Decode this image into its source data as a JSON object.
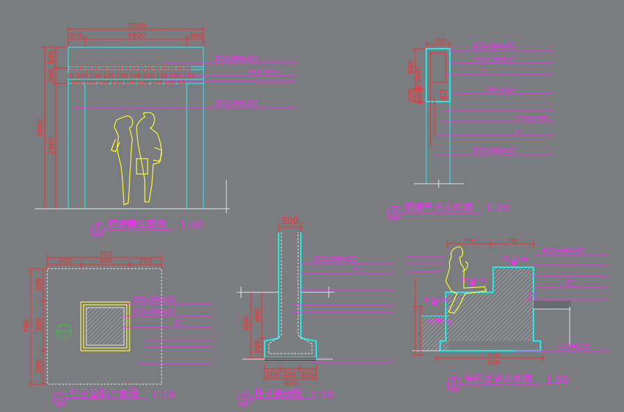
{
  "colors": {
    "background": "#7a7c80",
    "dimension": "#ff2a2a",
    "annotation": "#ff2cff",
    "outline": "#27e6e6",
    "figure": "#ffff33",
    "leader_label": "#ff2cff"
  },
  "d1": {
    "title": "廊架侧立面图",
    "scale": "1:30",
    "badge_num": "1",
    "badge_sheet": "A9",
    "dim_top": "2500",
    "dim_300a": "300",
    "dim_1900": "1900",
    "dim_300b": "300",
    "dim_500": "500",
    "dim_200": "200",
    "dim_3000": "3000",
    "dim_2300": "2300",
    "rafter_row1": "30303030303030303030303030303030",
    "rafter_row2": "65 100 100 100 100 100 100 100 100 100",
    "rafter_row3": "100 100 100 100 100 100 100 100 65",
    "note1": "500x500x20",
    "note2": "48x30x3",
    "note3": "300x300x20"
  },
  "d2": {
    "title": "廊架节点大样图",
    "scale": "1:20",
    "badge_num": "2",
    "badge_sheet": "A9",
    "dim_300": "300",
    "dim_500": "500",
    "dim_200": "200",
    "dim_small": "10|50|50|50|30",
    "dim_30": "30",
    "note1": "300x300x20",
    "note2": "300x300x20",
    "note3": "10",
    "note4": "48x30x3",
    "note5": "",
    "note6": "2#6@300",
    "note7": "50",
    "note8": "300x300x20"
  },
  "d3": {
    "title": "柱子基础平面图",
    "scale": "1:10",
    "badge_num": "3",
    "badge_sheet": "A9",
    "dim_700": "700",
    "dim_200a": "200",
    "dim_300": "300",
    "dim_200b": "200",
    "dim_v200a": "200",
    "dim_v700": "700",
    "dim_v300": "300",
    "dim_v200b": "200",
    "note1": "300x300x20",
    "note2": "300x300x20",
    "note3": "20"
  },
  "d4": {
    "title": "柱子剖面图",
    "scale": "1:20",
    "badge_num": "4",
    "badge_sheet": "A9",
    "dim_300": "300",
    "dim_800": "800",
    "dim_600": "600",
    "dim_200": "200",
    "dim_b200a": "200",
    "dim_b220": "220",
    "dim_b200b": "200",
    "dim_620": "620",
    "note1": "300x300x20",
    "note2": "20"
  },
  "d5": {
    "title": "特色坐凳大样图",
    "scale": "1:30",
    "badge_num": "5",
    "badge_sheet": "A9",
    "dim_top800a": "800",
    "dim_top800b": "800",
    "elev1": "TC34.90",
    "elev2": "TC34.50",
    "elev3": "TC34.10",
    "elev4": "TC33.90",
    "note1": "400x400x20",
    "note2": "20",
    "note3": "10",
    "note4": "100#C15",
    "dim_bot1": "1000",
    "dim_bot2": "1000"
  }
}
